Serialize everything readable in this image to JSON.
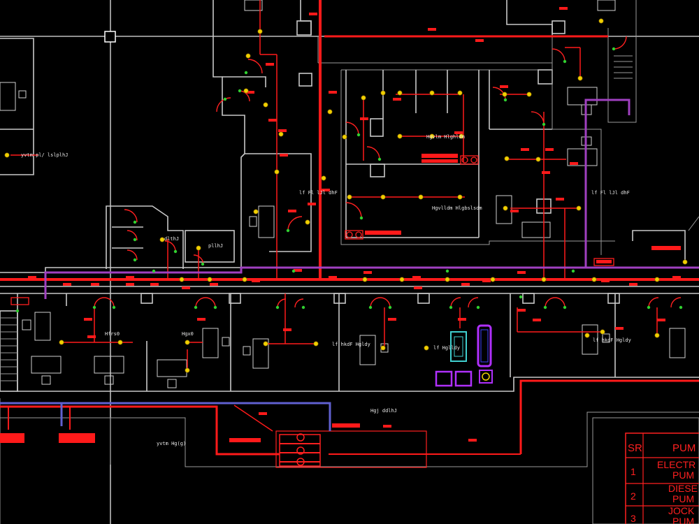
{
  "colors": {
    "background": "#000000",
    "wall": "#c8c8c8",
    "fire_main": "#ff1a1a",
    "drain_line": "#a040c0",
    "water_line": "#6060d0",
    "sprinkler_head": "#f0d000",
    "door_node": "#30d030",
    "equipment_cyan": "#40d0d0",
    "equipment_violet": "#b030ff"
  },
  "room_labels": [
    "yvtm pl/ lslplhJ",
    "Hgvlm Hlghldm",
    "Hgvlldm Hlgbslsdm",
    "lf Fl lJl dhF",
    "lf Fl lJl dhF",
    "Hfrs0",
    "Hgx0",
    "lf hkdF Hgldy",
    "lf Hglldy",
    "lf hkdF Hgldy",
    "Hgj ddlhJ",
    "yvtm Hg(g)",
    "dlthJ",
    "pllhJ"
  ],
  "legend_table": {
    "header": [
      "SR",
      "PUM"
    ],
    "rows": [
      {
        "sr": "1",
        "lines": [
          "ELECTR",
          "PUM"
        ]
      },
      {
        "sr": "2",
        "lines": [
          "DIESE",
          "PUM"
        ]
      },
      {
        "sr": "3",
        "lines": [
          "JOCK",
          "PUM"
        ]
      }
    ]
  },
  "icons": [
    "crosshair-icon",
    "fire-pump-icon",
    "sprinkler-head-icon"
  ]
}
